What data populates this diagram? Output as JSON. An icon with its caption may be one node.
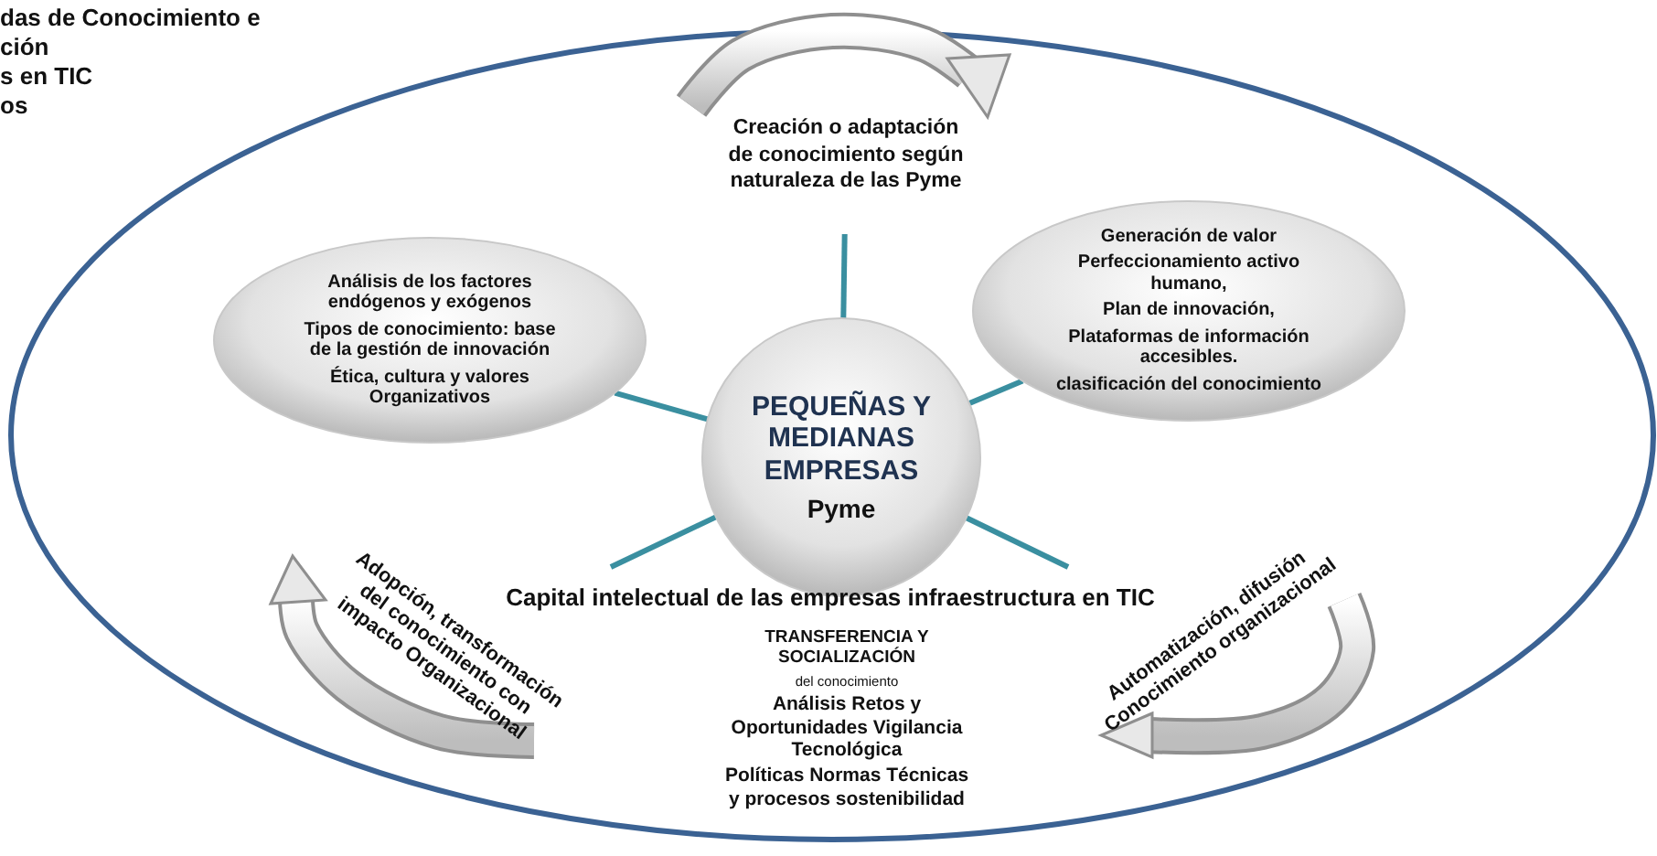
{
  "diagram": {
    "nodes": [
      {
        "text": [
          "Creación o adaptación de conocimiento según naturaleza de las Pyme"
        ]
      },
      {
        "text": [
          "Análisis de los factores endógenos y exógenos",
          "Tipos de  conocimiento: base de la gestión de innovación",
          "Ética, cultura y valores Organizativos"
        ]
      },
      {
        "text": [
          "Generación de valor",
          "Perfeccionamiento activo humano,",
          "Plan de innovación,",
          "Plataformas de información accesibles.",
          "clasificación del conocimiento"
        ]
      },
      {
        "text": [
          "PEQUEÑAS Y MEDIANAS EMPRESAS",
          "Pyme"
        ]
      },
      {
        "text": [
          "Capital  intelectual de las empresas  infraestructura en TIC"
        ]
      }
    ],
    "edges": [
      {
        "from": 3,
        "to": 0,
        "arrow": "none"
      },
      {
        "from": 3,
        "to": 1,
        "arrow": "none"
      },
      {
        "from": 3,
        "to": 2,
        "arrow": "none"
      },
      {
        "from": 3,
        "to": 4,
        "arrow": "none"
      },
      {
        "from": 3,
        "to": 4,
        "arrow": "none"
      }
    ],
    "labels": [
      "das de Conocimiento e",
      "ción",
      "s en TIC",
      "os",
      "Adopción, transformación del conocimiento con impacto Organizacional",
      "TRANSFERENCIA Y SOCIALIZACIÓN",
      "del conocimiento",
      "Análisis Retos y Oportunidades Vigilancia Tecnológica",
      "Políticas Normas Técnicas y procesos sostenibilidad",
      "Automatización, difusión Conocimiento organizacional"
    ]
  }
}
